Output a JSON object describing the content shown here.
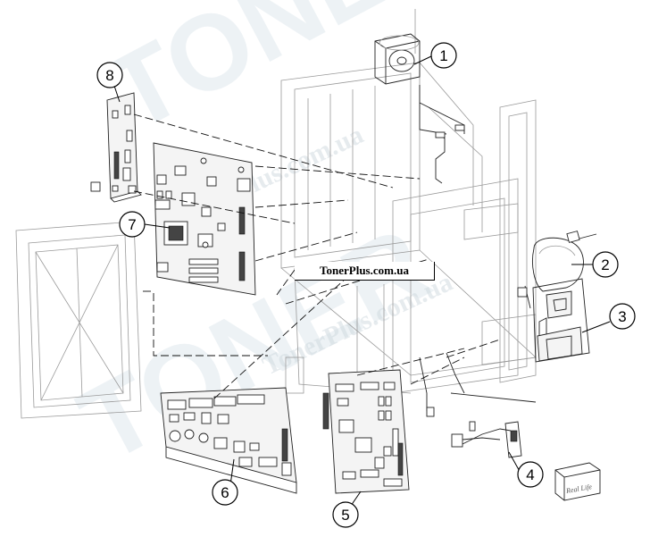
{
  "diagram": {
    "callouts": [
      "1",
      "2",
      "3",
      "4",
      "5",
      "6",
      "7",
      "8"
    ],
    "site_label": "TonerPlus.com.ua",
    "watermark": {
      "brand": "TONER",
      "site": "TonerPlus.com.ua",
      "site_short": "TonerPlus.com.ua"
    },
    "box_label": "Real Life"
  }
}
